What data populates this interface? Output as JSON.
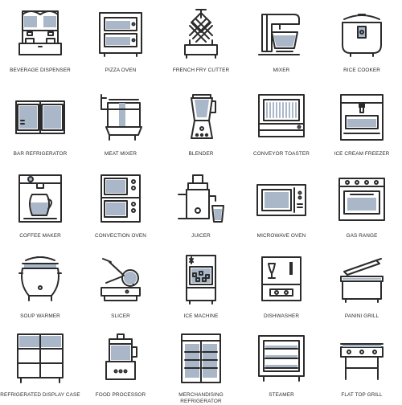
{
  "icons": [
    {
      "name": "beverage-dispenser-icon",
      "label": "BEVERAGE DISPENSER"
    },
    {
      "name": "pizza-oven-icon",
      "label": "PIZZA OVEN"
    },
    {
      "name": "french-fry-cutter-icon",
      "label": "FRENCH FRY CUTTER"
    },
    {
      "name": "mixer-icon",
      "label": "MIXER"
    },
    {
      "name": "rice-cooker-icon",
      "label": "RICE COOKER"
    },
    {
      "name": "bar-refrigerator-icon",
      "label": "BAR REFRIGERATOR"
    },
    {
      "name": "meat-mixer-icon",
      "label": "MEAT MIXER"
    },
    {
      "name": "blender-icon",
      "label": "BLENDER"
    },
    {
      "name": "conveyor-toaster-icon",
      "label": "CONVEYOR TOASTER"
    },
    {
      "name": "ice-cream-freezer-icon",
      "label": "ICE CREAM FREEZER"
    },
    {
      "name": "coffee-maker-icon",
      "label": "COFFEE MAKER"
    },
    {
      "name": "convection-oven-icon",
      "label": "CONVECTION OVEN"
    },
    {
      "name": "juicer-icon",
      "label": "JUICER"
    },
    {
      "name": "microwave-oven-icon",
      "label": "MICROWAVE OVEN"
    },
    {
      "name": "gas-range-icon",
      "label": "GAS RANGE"
    },
    {
      "name": "soup-warmer-icon",
      "label": "SOUP WARMER"
    },
    {
      "name": "slicer-icon",
      "label": "SLICER"
    },
    {
      "name": "ice-machine-icon",
      "label": "ICE MACHINE"
    },
    {
      "name": "dishwasher-icon",
      "label": "DISHWASHER"
    },
    {
      "name": "panini-grill-icon",
      "label": "PANINI GRILL"
    },
    {
      "name": "refrigerated-display-case-icon",
      "label": "REFRIGERATED DISPLAY CASE"
    },
    {
      "name": "food-processor-icon",
      "label": "FOOD PROCESSOR"
    },
    {
      "name": "merchandising-refrigerator-icon",
      "label": "MERCHANDISING REFRIGERATOR"
    },
    {
      "name": "steamer-icon",
      "label": "STEAMER"
    },
    {
      "name": "flat-top-grill-icon",
      "label": "FLAT TOP GRILL"
    }
  ],
  "colors": {
    "stroke": "#2b2b2b",
    "accent": "#a9b7c8",
    "background": "#ffffff"
  },
  "stock_id": "255770449"
}
